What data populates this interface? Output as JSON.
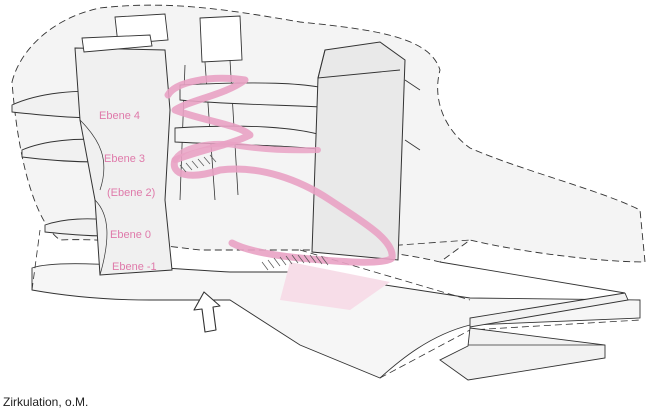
{
  "levels": {
    "ebene4": "Ebene 4",
    "ebene3": "Ebene 3",
    "ebene2": "(Ebene 2)",
    "ebene0": "Ebene 0",
    "ebeneMinus": "Ebene -1"
  },
  "caption": "Zirkulation, o.M.",
  "colors": {
    "circulation": "#e9a2c4",
    "label": "#df7aaa",
    "line": "#333333",
    "fill": "#f3f3f3"
  },
  "icons": {
    "entrance": "entrance-arrow-icon"
  }
}
